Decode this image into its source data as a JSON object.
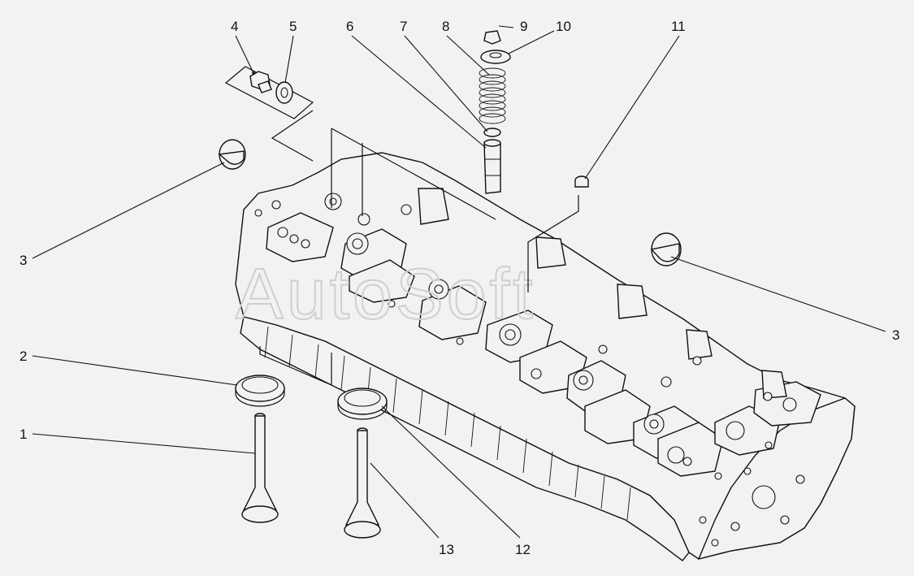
{
  "watermark": "AutoSoft",
  "callouts": {
    "c1": "1",
    "c2": "2",
    "c3a": "3",
    "c3b": "3",
    "c4": "4",
    "c5": "5",
    "c6": "6",
    "c7": "7",
    "c8": "8",
    "c9": "9",
    "c10": "10",
    "c11": "11",
    "c12": "12",
    "c13": "13"
  }
}
